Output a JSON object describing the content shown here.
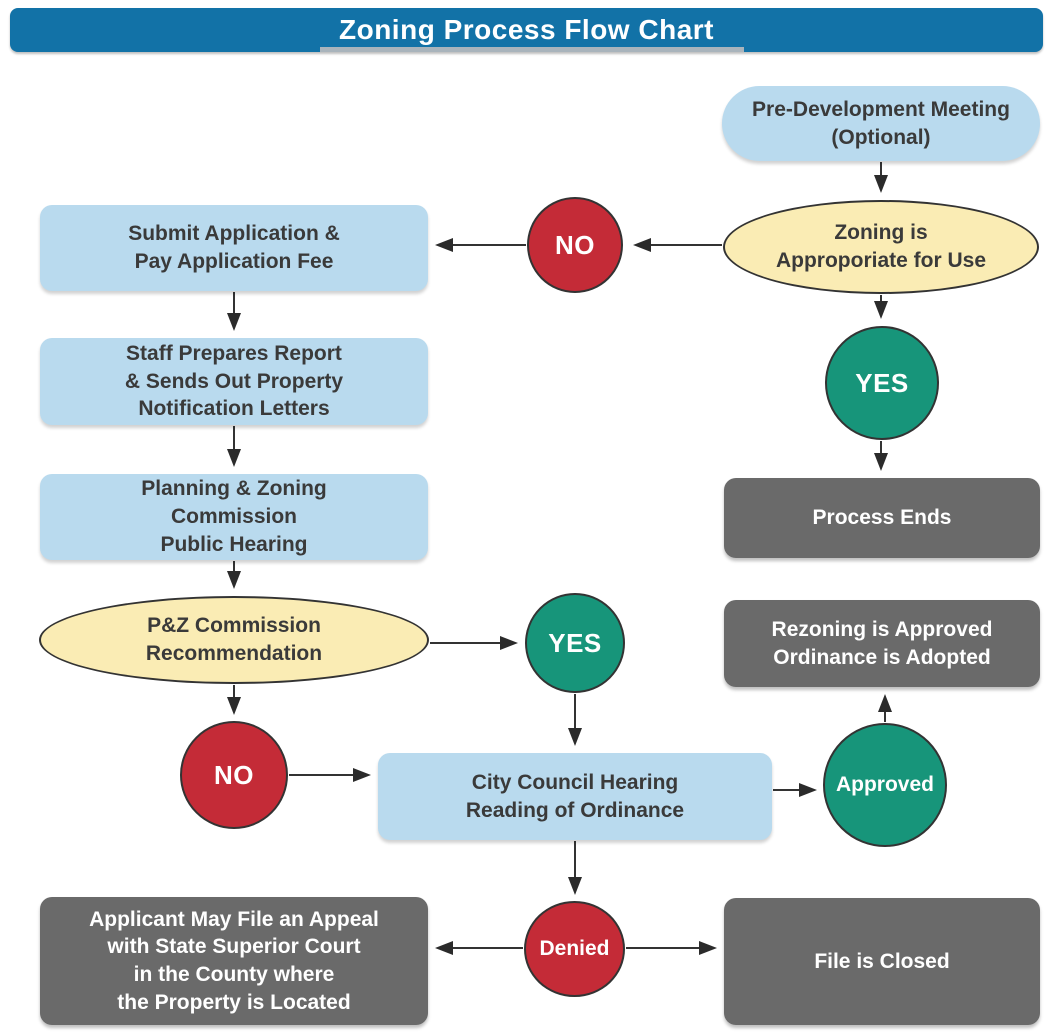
{
  "title": "Zoning Process Flow Chart",
  "colors": {
    "header_blue": "#1272A7",
    "light_blue": "#B9DAEE",
    "yellow": "#FAECB4",
    "red": "#C42B37",
    "green": "#17957A",
    "dark_gray": "#6A6A6A",
    "arrow": "#333333",
    "underline_gray": "#A9B4BC"
  },
  "nodes": {
    "pre_development_meeting": {
      "label": "Pre-Development Meeting\n(Optional)"
    },
    "zoning_appropriate": {
      "label": "Zoning is\nApproporiate for Use"
    },
    "no_top": {
      "label": "NO"
    },
    "submit_application": {
      "label": "Submit Application &\nPay Application Fee"
    },
    "staff_prepares": {
      "label": "Staff Prepares Report\n& Sends Out Property\nNotification Letters"
    },
    "planning_commission": {
      "label": "Planning & Zoning\nCommission\nPublic Hearing"
    },
    "pz_recommendation": {
      "label": "P&Z Commission\nRecommendation"
    },
    "yes_mid": {
      "label": "YES"
    },
    "no_mid": {
      "label": "NO"
    },
    "city_council": {
      "label": "City Council Hearing\nReading of Ordinance"
    },
    "approved": {
      "label": "Approved"
    },
    "rezoning_adopted": {
      "label": "Rezoning is Approved\nOrdinance is Adopted"
    },
    "yes_right": {
      "label": "YES"
    },
    "process_ends": {
      "label": "Process Ends"
    },
    "denied": {
      "label": "Denied"
    },
    "appeal": {
      "label": "Applicant May File an Appeal\nwith State Superior Court\nin the County where\nthe Property is Located"
    },
    "file_closed": {
      "label": "File is Closed"
    }
  }
}
